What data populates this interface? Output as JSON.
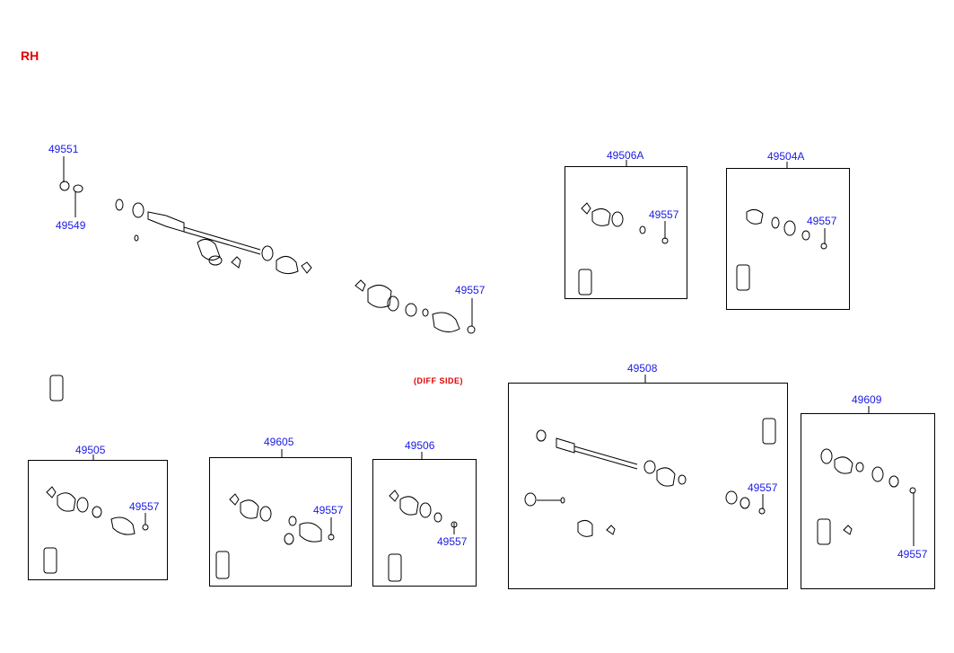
{
  "diagram": {
    "side_heading": "RH",
    "diff_side_note": "(DIFF SIDE)",
    "labels": {
      "p49551": "49551",
      "p49549": "49549",
      "p49557_main": "49557",
      "p49506A": "49506A",
      "p49557_506A": "49557",
      "p49504A": "49504A",
      "p49557_504A": "49557",
      "p49508": "49508",
      "p49557_508": "49557",
      "p49609": "49609",
      "p49557_609": "49557",
      "p49505": "49505",
      "p49557_505": "49557",
      "p49605": "49605",
      "p49557_605": "49557",
      "p49506": "49506",
      "p49557_506": "49557"
    }
  },
  "colors": {
    "heading": "#e00000",
    "part_number_link": "#1a1ae6",
    "line_art": "#000000"
  }
}
